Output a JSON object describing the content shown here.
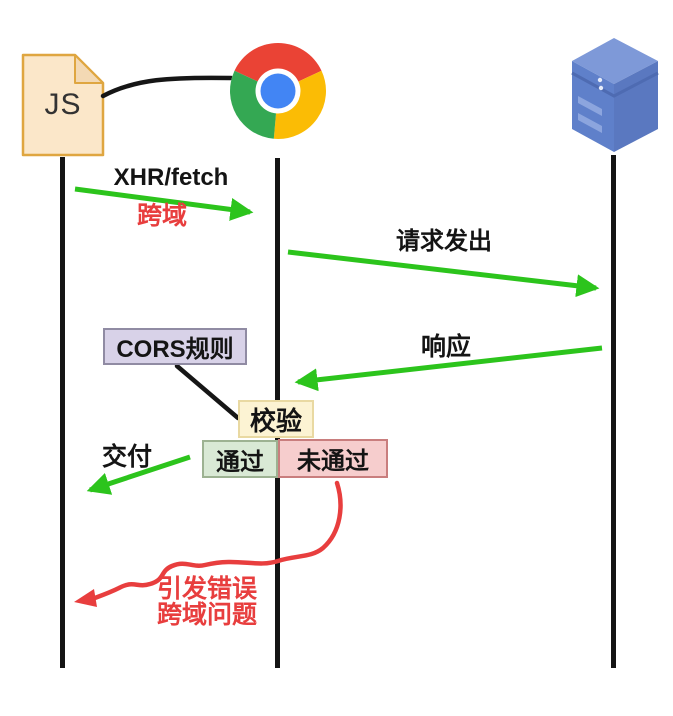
{
  "actors": {
    "js_file": {
      "label": "JS",
      "icon": "js-file-icon"
    },
    "browser": {
      "icon": "chrome-icon"
    },
    "server": {
      "icon": "server-icon"
    }
  },
  "messages": {
    "xhr": {
      "label": "XHR/fetch",
      "note": "跨域",
      "from": "js",
      "to": "browser"
    },
    "request": {
      "label": "请求发出",
      "from": "browser",
      "to": "server"
    },
    "response": {
      "label": "响应",
      "from": "server",
      "to": "browser"
    },
    "deliver": {
      "label": "交付",
      "from": "browser",
      "to": "js"
    }
  },
  "cors": {
    "rule_label": "CORS规则",
    "check_label": "校验",
    "pass_label": "通过",
    "fail_label": "未通过"
  },
  "error_note": {
    "line1": "引发错误",
    "line2": "跨域问题"
  },
  "colors": {
    "arrow_green": "#2cc41c",
    "alert_red": "#e83e3e",
    "lifeline": "#141414",
    "js_file_fill": "#fbe7c9",
    "js_file_border": "#dfa640",
    "cors_rule_fill": "#d8d2e8",
    "check_fill": "#fcf3d3",
    "pass_fill": "#d9e9d5",
    "fail_fill": "#f6cdcd",
    "server_blue": "#5f80ca",
    "chrome_red": "#ea4335",
    "chrome_yellow": "#fbbc05",
    "chrome_green": "#34a853",
    "chrome_blue": "#4285f4"
  }
}
